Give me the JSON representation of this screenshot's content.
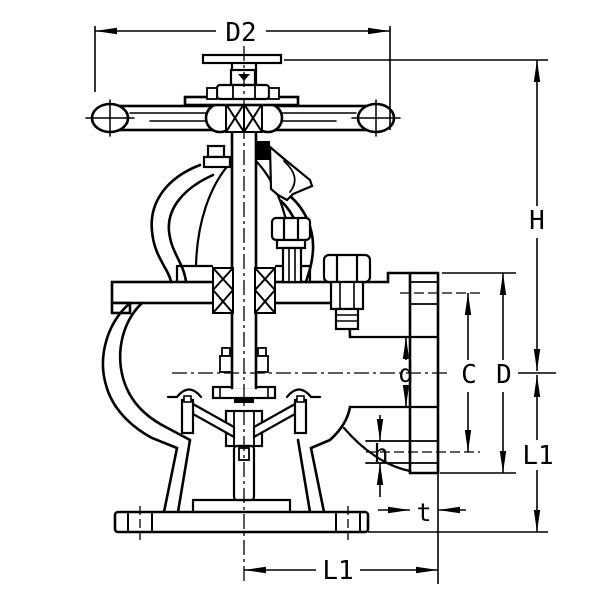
{
  "figure": {
    "type": "technical-drawing",
    "subject": "Angle globe valve sectional dimension drawing",
    "background_color": "#ffffff",
    "line_color": "#000000",
    "dimensions": {
      "handwheel_diameter": "D2",
      "overall_height": "H",
      "bore_diameter": "d",
      "bolt_circle_diameter": "C",
      "flange_outside_diameter": "D",
      "centre_to_side_face": "L1",
      "bolt_hole_diameter": "h",
      "flange_thickness": "t",
      "centre_to_bottom_face": "L1"
    }
  }
}
